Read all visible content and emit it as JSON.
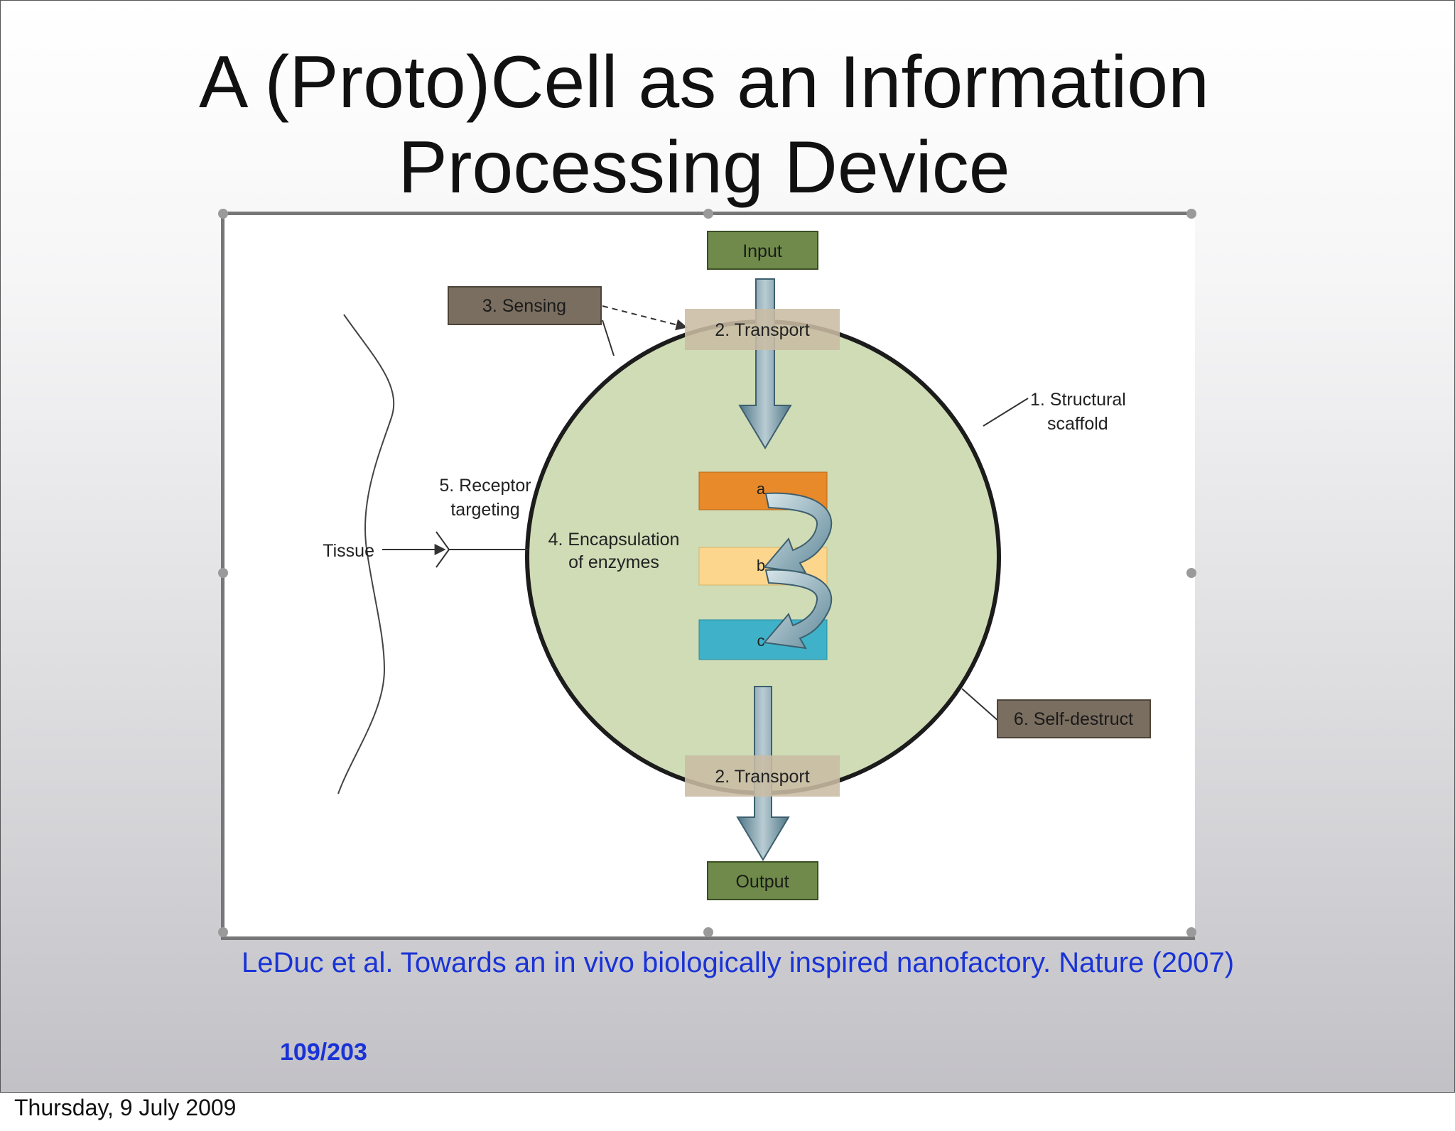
{
  "slide": {
    "title": "A (Proto)Cell as an Information Processing Device",
    "citation": "LeDuc et al. Towards an in vivo biologically inspired nanofactory. Nature (2007)",
    "page_counter": "109/203",
    "date": "Thursday, 9 July 2009"
  },
  "diagram": {
    "input": "Input",
    "output": "Output",
    "sensing": "3. Sensing",
    "transport_top": "2. Transport",
    "transport_bottom": "2. Transport",
    "structural_line1": "1. Structural",
    "structural_line2": "scaffold",
    "receptor_line1": "5. Receptor",
    "receptor_line2": "targeting",
    "tissue": "Tissue",
    "encapsulation_line1": "4. Encapsulation",
    "encapsulation_line2": "of enzymes",
    "enzyme_a": "a",
    "enzyme_b": "b",
    "enzyme_c": "c",
    "self_destruct": "6. Self-destruct"
  },
  "colors": {
    "cell_fill": "#cfdcb6",
    "green_box": "#6f8a4a",
    "brown_box": "#7a6e60",
    "transport_box": "#c9bca4",
    "enzyme_a": "#e8892a",
    "enzyme_b": "#fbd68c",
    "enzyme_c": "#3fb2c9",
    "link_blue": "#1a33d6"
  }
}
